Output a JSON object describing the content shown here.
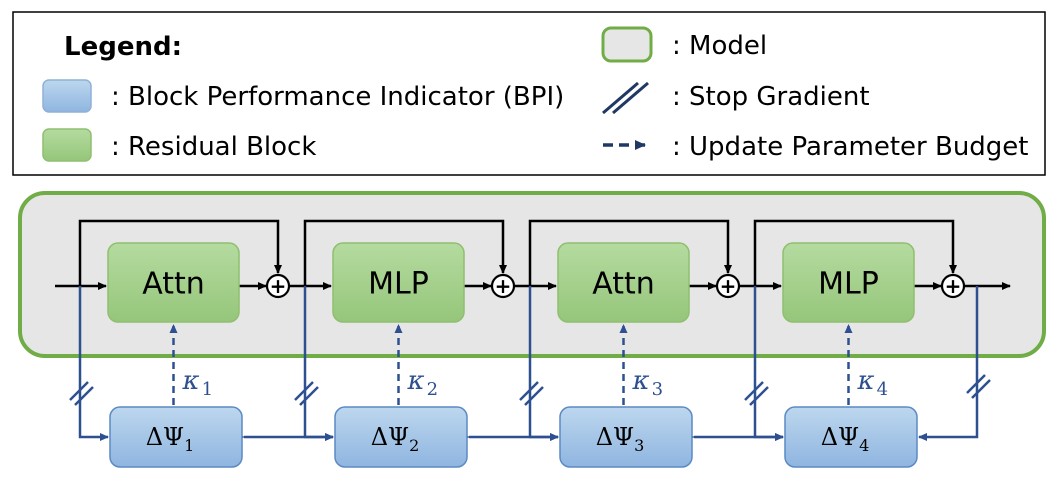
{
  "legend": {
    "title": "Legend:",
    "items": [
      {
        "key": "bpi",
        "label": ": Block Performance Indicator (BPI)"
      },
      {
        "key": "residual",
        "label": ": Residual Block"
      },
      {
        "key": "model",
        "label": ": Model"
      },
      {
        "key": "stop",
        "label": ": Stop Gradient"
      },
      {
        "key": "budget",
        "label": ": Update Parameter Budget"
      }
    ]
  },
  "blocks": [
    "Attn",
    "MLP",
    "Attn",
    "MLP"
  ],
  "bpi": [
    {
      "base": "ΔΨ",
      "sub": "1"
    },
    {
      "base": "ΔΨ",
      "sub": "2"
    },
    {
      "base": "ΔΨ",
      "sub": "3"
    },
    {
      "base": "ΔΨ",
      "sub": "4"
    }
  ],
  "kappas": [
    {
      "base": "κ",
      "sub": "1"
    },
    {
      "base": "κ",
      "sub": "2"
    },
    {
      "base": "κ",
      "sub": "3"
    },
    {
      "base": "κ",
      "sub": "4"
    }
  ],
  "plus_symbol": "+",
  "colors": {
    "residual_fill": "#a9d18e",
    "residual_stroke": "#8fbf6f",
    "bpi_fill": "#9dc3e6",
    "bpi_stroke": "#5b8ac4",
    "model_fill": "#e7e6e6",
    "model_stroke": "#70ad47",
    "blue_line": "#2e5090",
    "dark_blue": "#1f3864"
  }
}
